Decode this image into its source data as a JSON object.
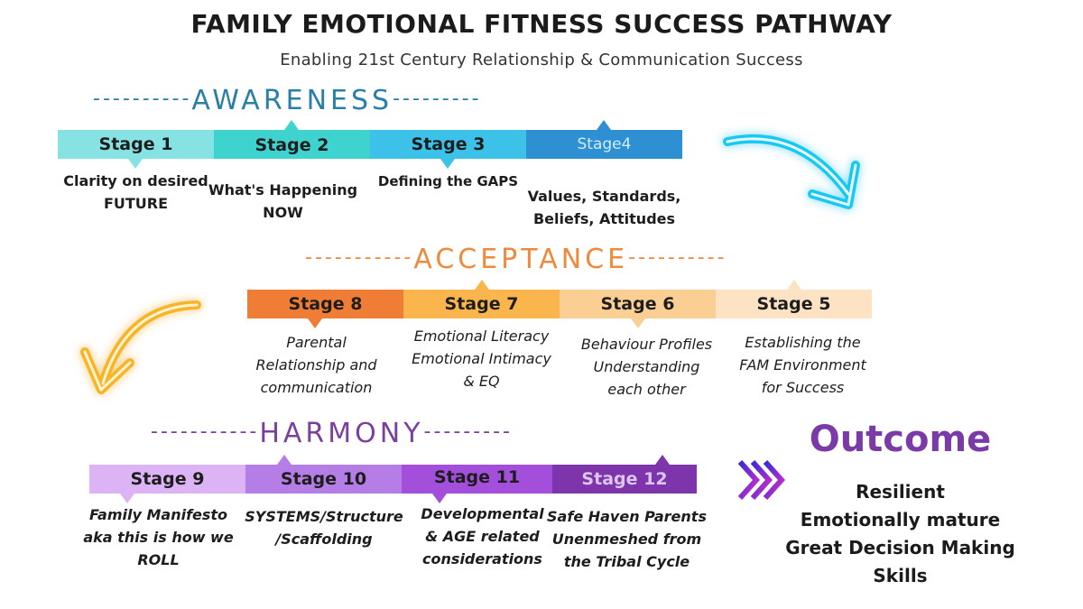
{
  "title": "FAMILY EMOTIONAL FITNESS SUCCESS PATHWAY",
  "subtitle": "Enabling 21st Century Relationship & Communication Success",
  "phases": {
    "awareness": {
      "label": "AWARENESS",
      "color": "#2a7fa8"
    },
    "acceptance": {
      "label": "ACCEPTANCE",
      "color": "#ef8a3c"
    },
    "harmony": {
      "label": "HARMONY",
      "color": "#7b3f9e"
    }
  },
  "stages": {
    "s1": {
      "label": "Stage 1",
      "color": "#86e2e3",
      "desc": [
        "Clarity on desired",
        "FUTURE"
      ]
    },
    "s2": {
      "label": "Stage 2",
      "color": "#3fd3d0",
      "desc": [
        "What's Happening",
        "NOW"
      ]
    },
    "s3": {
      "label": "Stage 3",
      "color": "#3cc2e9",
      "desc": [
        "Defining the GAPS"
      ]
    },
    "s4": {
      "label": "Stage4",
      "color": "#2e8fd2",
      "desc": [
        "Values, Standards,",
        "Beliefs, Attitudes"
      ]
    },
    "s5": {
      "label": "Stage 5",
      "color": "#fde3c4",
      "desc": [
        "Establishing the",
        "FAM Environment",
        "for Success"
      ]
    },
    "s6": {
      "label": "Stage 6",
      "color": "#fbcf93",
      "desc": [
        "Behaviour Profiles",
        "Understanding",
        "each other"
      ]
    },
    "s7": {
      "label": "Stage 7",
      "color": "#fbb54d",
      "desc": [
        "Emotional Literacy",
        "Emotional Intimacy",
        "& EQ"
      ]
    },
    "s8": {
      "label": "Stage 8",
      "color": "#ef7d36",
      "desc": [
        "Parental",
        "Relationship and",
        "communication"
      ]
    },
    "s9": {
      "label": "Stage 9",
      "color": "#dcb4f5",
      "desc": [
        "Family Manifesto",
        "aka this is how we",
        "ROLL"
      ]
    },
    "s10": {
      "label": "Stage 10",
      "color": "#b57de6",
      "desc": [
        "SYSTEMS/Structure",
        "/Scaffolding"
      ]
    },
    "s11": {
      "label": "Stage 11",
      "color": "#a34fdc",
      "desc": [
        "Developmental",
        "& AGE related",
        "considerations"
      ]
    },
    "s12": {
      "label": "Stage 12",
      "color": "#7e34ab",
      "desc": [
        "Safe Haven Parents",
        "Unenmeshed from",
        "the Tribal Cycle"
      ]
    }
  },
  "outcome": {
    "title": "Outcome",
    "items": [
      "Resilient",
      "Emotionally mature",
      "Great Decision Making",
      "Skills"
    ]
  },
  "icons": {
    "arrow_right": "curved-arrow-cyan",
    "arrow_left": "curved-arrow-gold",
    "chevrons": "triple-chevron-right"
  }
}
